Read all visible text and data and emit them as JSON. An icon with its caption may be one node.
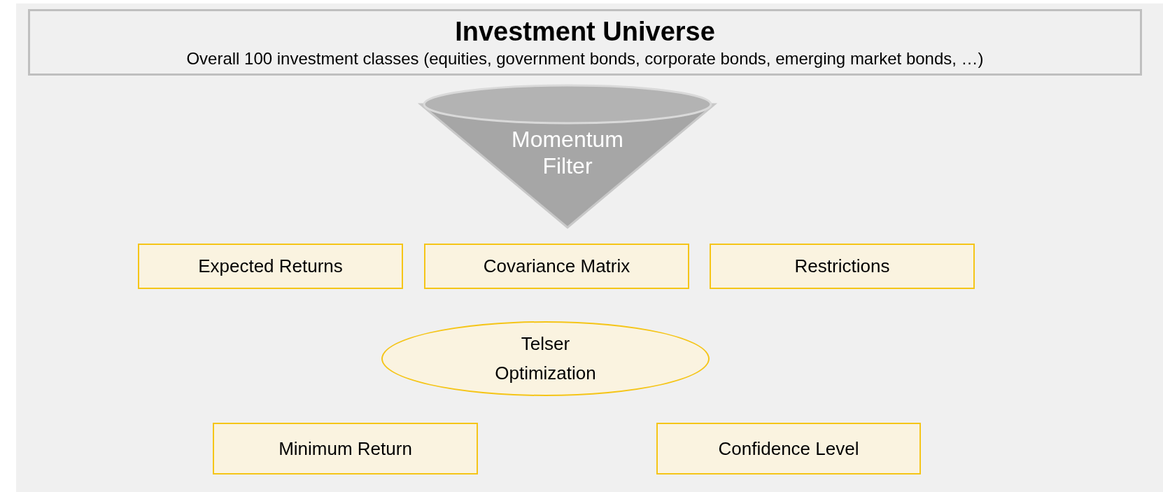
{
  "diagram": {
    "nodes": [
      {
        "text": [
          "Investment Universe",
          "Overall 100 investment classes (equities, government bonds, corporate bonds, emerging market bonds, …)"
        ]
      },
      {
        "text": [
          "Momentum Filter"
        ]
      },
      {
        "text": [
          "Expected Returns"
        ]
      },
      {
        "text": [
          "Covariance Matrix"
        ]
      },
      {
        "text": [
          "Restrictions"
        ]
      },
      {
        "text": [
          "Telser Optimization"
        ]
      },
      {
        "text": [
          "Minimum Return"
        ]
      },
      {
        "text": [
          "Confidence Level"
        ]
      }
    ]
  }
}
